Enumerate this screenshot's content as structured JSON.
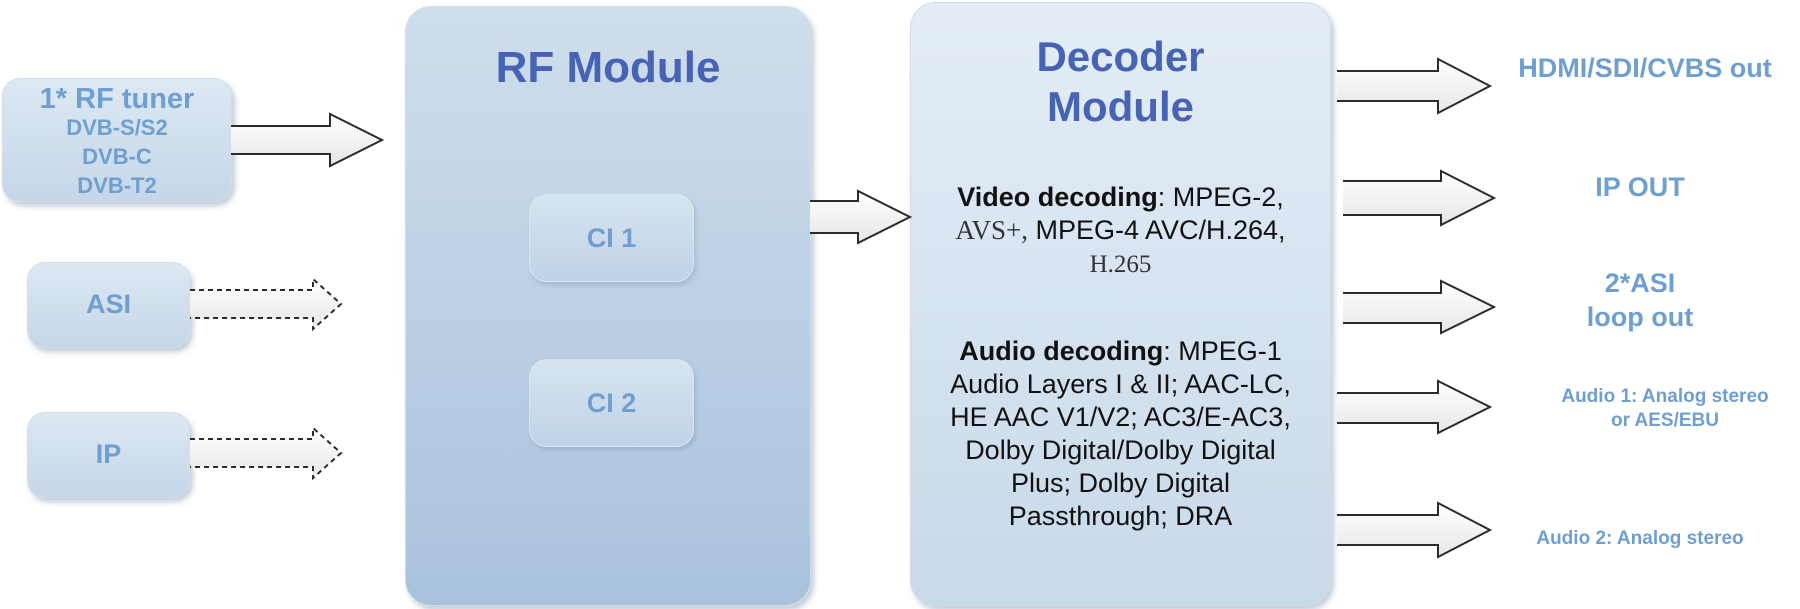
{
  "inputs": {
    "rf_tuner": {
      "title": "1* RF tuner",
      "lines": [
        "DVB-S/S2",
        "DVB-C",
        "DVB-T2"
      ]
    },
    "asi": "ASI",
    "ip": "IP"
  },
  "rf_module": {
    "title": "RF Module",
    "ci1": "CI 1",
    "ci2": "CI 2"
  },
  "decoder_module": {
    "title_line1": "Decoder",
    "title_line2": "Module",
    "video_label": "Video decoding",
    "video_line1_rest": ": MPEG-2,",
    "video_line2a": "AVS+,",
    "video_line2b": " MPEG-4 AVC/H.264,",
    "video_line3": "H.265",
    "audio_label": "Audio decoding",
    "audio_line1_rest": ": MPEG-1",
    "audio_lines": [
      "Audio Layers I & II; AAC-LC,",
      "HE AAC V1/V2; AC3/E-AC3,",
      "Dolby Digital/Dolby Digital",
      "Plus; Dolby Digital",
      "Passthrough; DRA"
    ]
  },
  "outputs": {
    "hdmi": "HDMI/SDI/CVBS out",
    "ip_out": "IP OUT",
    "asi_line1": "2*ASI",
    "asi_line2": "loop out",
    "audio1_line1": "Audio 1: Analog stereo",
    "audio1_line2": "or AES/EBU",
    "audio2": "Audio 2: Analog stereo"
  },
  "colors": {
    "title": "#4663b4",
    "label": "#6f9fce",
    "module_fill": "#b8cde3",
    "arrow_stroke": "#2b2b2b"
  }
}
